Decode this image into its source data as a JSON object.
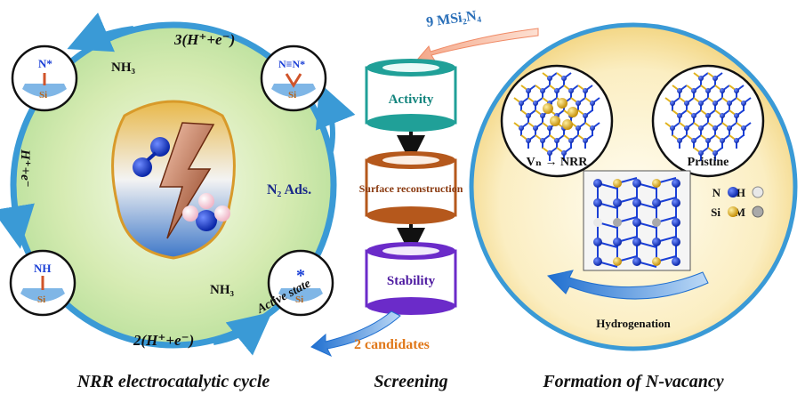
{
  "cycle_panel": {
    "caption": "NRR electrocatalytic cycle",
    "step_3": "3(H⁺+e⁻)",
    "step_2": "2(H⁺+e⁻)",
    "step_1": "H⁺+e⁻",
    "n2_ads": "N₂ Ads.",
    "nh3_top": "NH₃",
    "nh3_bottom": "NH₃",
    "active_state": "Active state",
    "nodes": {
      "top_left": {
        "upper": "N*",
        "lower": "Si"
      },
      "top_right": {
        "upper": "N≡N*",
        "lower": "Si"
      },
      "bottom_left": {
        "upper": "NH",
        "lower": "Si"
      },
      "bottom_right": {
        "upper": "*",
        "lower": "Si"
      }
    }
  },
  "screening_panel": {
    "caption": "Screening",
    "input_label": "9 MSi₂N₄",
    "stages": [
      "Activity",
      "Surface reconstruction",
      "Stability"
    ],
    "output_label": "2 candidates"
  },
  "vacancy_panel": {
    "caption": "Formation of N-vacancy",
    "pristine_label": "Pristine",
    "nrr_label": "Vₙ → NRR",
    "hydrogenation_label": "Hydrogenation",
    "legend": [
      {
        "symbol": "H",
        "color": "#e8e8e8"
      },
      {
        "symbol": "N",
        "color": "#1a3fd6"
      },
      {
        "symbol": "M",
        "color": "#a9a9a9"
      },
      {
        "symbol": "Si",
        "color": "#e0b21c"
      }
    ]
  },
  "colors": {
    "cycle_ring": "#3a9ad6",
    "cycle_fill": "#d8ecb6",
    "n_atom": "#1a3fd6",
    "si_atom": "#e0b21c",
    "arrow_blue": "#1f6fd0",
    "screen_top": "#20a098",
    "screen_mid": "#b5581c",
    "screen_bot": "#6b2bc9",
    "label_orange": "#e0781a"
  }
}
